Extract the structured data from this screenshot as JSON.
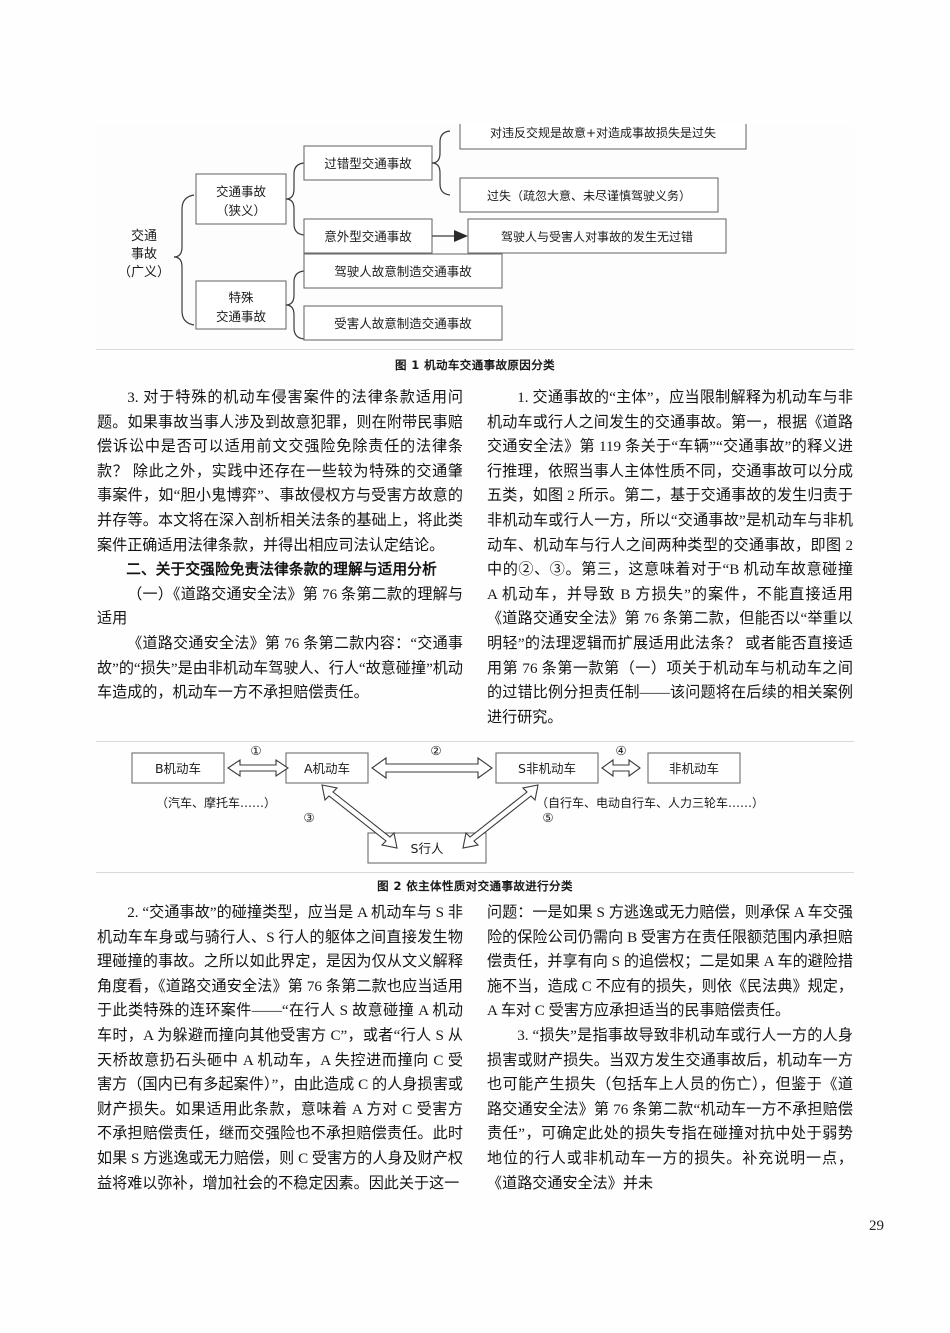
{
  "page": {
    "number": "29"
  },
  "figure1": {
    "caption": "图 1    机动车交通事故原因分类",
    "nodes": {
      "root": "交通\n事故\n（广义）",
      "root_l1": "交通",
      "root_l2": "事故",
      "root_l3": "（广义）",
      "narrow_l1": "交通事故",
      "narrow_l2": "（狭义）",
      "special_l1": "特殊",
      "special_l2": "交通事故",
      "fault": "过错型交通事故",
      "accidental": "意外型交通事故",
      "fault_detail_1": "对违反交规是故意+对造成事故损失是过失",
      "fault_detail_2": "过失（疏忽大意、未尽谨慎驾驶义务）",
      "accidental_detail": "驾驶人与受害人对事故的发生无过错",
      "special_detail_1": "驾驶人故意制造交通事故",
      "special_detail_2": "受害人故意制造交通事故"
    }
  },
  "figure2": {
    "caption": "图 2    依主体性质对交通事故进行分类",
    "nodes": {
      "b_motor": "B机动车",
      "a_motor": "A机动车",
      "s_nonmotor": "S非机动车",
      "nonmotor": "非机动车",
      "s_pedestrian": "S行人"
    },
    "notes": {
      "left": "（汽车、摩托车……）",
      "right": "（自行车、电动自行车、人力三轮车……）"
    },
    "edge_labels": {
      "e1": "①",
      "e2": "②",
      "e3": "③",
      "e4": "④",
      "e5": "⑤"
    }
  },
  "columns": {
    "upper_left": [
      {
        "style": "indent",
        "text": "3. 对于特殊的机动车侵害案件的法律条款适用问题。如果事故当事人涉及到故意犯罪，则在附带民事赔偿诉讼中是否可以适用前文交强险免除责任的法律条款？ 除此之外，实践中还存在一些较为特殊的交通肇事案件，如“胆小鬼博弈”、事故侵权方与受害方故意的并存等。本文将在深入剖析相关法条的基础上，将此类案件正确适用法律条款，并得出相应司法认定结论。"
      },
      {
        "style": "heading",
        "text": "二、关于交强险免责法律条款的理解与适用分析"
      },
      {
        "style": "indent",
        "text": "（一）《道路交通安全法》第 76 条第二款的理解与适用"
      },
      {
        "style": "indent",
        "text": "《道路交通安全法》第 76 条第二款内容：“交通事故”的“损失”是由非机动车驾驶人、行人“故意碰撞”机动车造成的，机动车一方不承担赔偿责任。"
      }
    ],
    "upper_right": [
      {
        "style": "indent",
        "text": "1. 交通事故的“主体”，应当限制解释为机动车与非机动车或行人之间发生的交通事故。第一，根据《道路交通安全法》第 119 条关于“车辆”“交通事故”的释义进行推理，依照当事人主体性质不同，交通事故可以分成五类，如图 2 所示。第二，基于交通事故的发生归责于非机动车或行人一方，所以“交通事故”是机动车与非机动车、机动车与行人之间两种类型的交通事故，即图 2 中的②、③。第三，这意味着对于“B 机动车故意碰撞 A 机动车，并导致 B 方损失”的案件，不能直接适用《道路交通安全法》第 76 条第二款，但能否以“举重以明轻”的法理逻辑而扩展适用此法条？ 或者能否直接适用第 76 条第一款第（一）项关于机动车与机动车之间的过错比例分担责任制——该问题将在后续的相关案例进行研究。"
      }
    ],
    "lower_left": [
      {
        "style": "indent",
        "text": "2. “交通事故”的碰撞类型，应当是 A 机动车与 S 非机动车车身或与骑行人、S 行人的躯体之间直接发生物理碰撞的事故。之所以如此界定，是因为仅从文义解释角度看，《道路交通安全法》第 76 条第二款也应当适用于此类特殊的连环案件——“在行人 S 故意碰撞 A 机动车时，A 为躲避而撞向其他受害方 C”，或者“行人 S 从天桥故意扔石头砸中 A 机动车，A 失控进而撞向 C 受害方（国内已有多起案件）”，由此造成 C 的人身损害或财产损失。如果适用此条款，意味着 A 方对 C 受害方不承担赔偿责任，继而交强险也不承担赔偿责任。此时如果 S 方逃逸或无力赔偿，则 C 受害方的人身及财产权益将难以弥补，增加社会的不稳定因素。因此关于这一"
      }
    ],
    "lower_right": [
      {
        "style": "noindent",
        "text": "问题：一是如果 S 方逃逸或无力赔偿，则承保 A 车交强险的保险公司仍需向 B 受害方在责任限额范围内承担赔偿责任，并享有向 S 的追偿权；二是如果 A 车的避险措施不当，造成 C 不应有的损失，则依《民法典》规定，A 车对 C 受害方应承担适当的民事赔偿责任。"
      },
      {
        "style": "indent",
        "text": "3. “损失”是指事故导致非机动车或行人一方的人身损害或财产损失。当双方发生交通事故后，机动车一方也可能产生损失（包括车上人员的伤亡），但鉴于《道路交通安全法》第 76 条第二款“机动车一方不承担赔偿责任”，可确定此处的损失专指在碰撞对抗中处于弱势地位的行人或非机动车一方的损失。补充说明一点，《道路交通安全法》并未"
      }
    ]
  }
}
